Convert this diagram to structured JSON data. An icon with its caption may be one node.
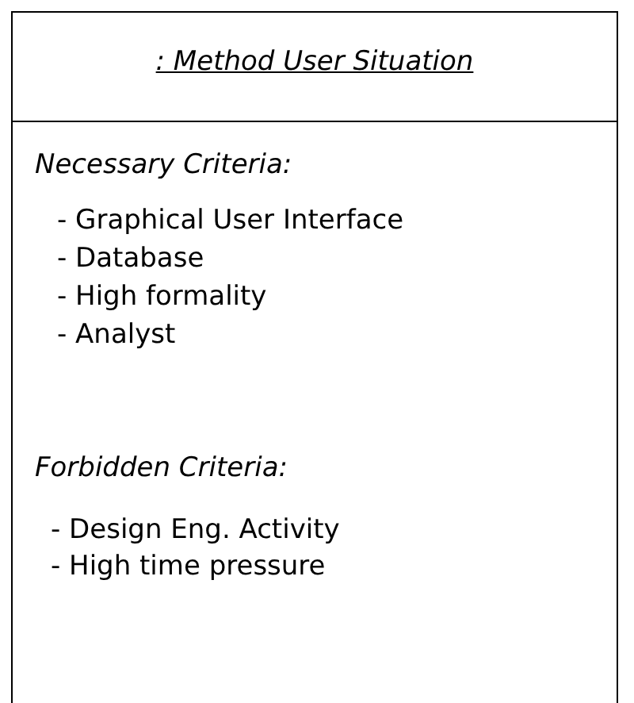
{
  "diagram": {
    "nodes": [
      {
        "text": [
          ": Method User Situation",
          "Necessary Criteria:",
          "- Graphical User Interface",
          "- Database",
          "- High formality",
          "- Analyst",
          "Forbidden Criteria:",
          "- Design Eng. Activity",
          "- High time pressure"
        ]
      }
    ]
  }
}
